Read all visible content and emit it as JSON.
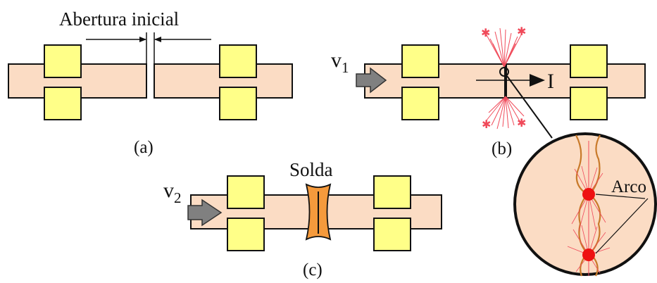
{
  "labels": {
    "initial_gap": "Abertura inicial",
    "panel_a": "(a)",
    "panel_b": "(b)",
    "panel_c": "(c)",
    "velocity_1": "v",
    "velocity_1_sub": "1",
    "velocity_2": "v",
    "velocity_2_sub": "2",
    "current": "I",
    "weld": "Solda",
    "arc": "Arco"
  },
  "colors": {
    "workpiece": "#fbdcc4",
    "electrode": "#ffff88",
    "weld_zone": "#f59a3c",
    "spark": "#f04a5a",
    "arc_spot": "#ee1111",
    "molten_edge": "#c87a2a",
    "arrow_fill": "#808080",
    "outline": "#111111"
  }
}
